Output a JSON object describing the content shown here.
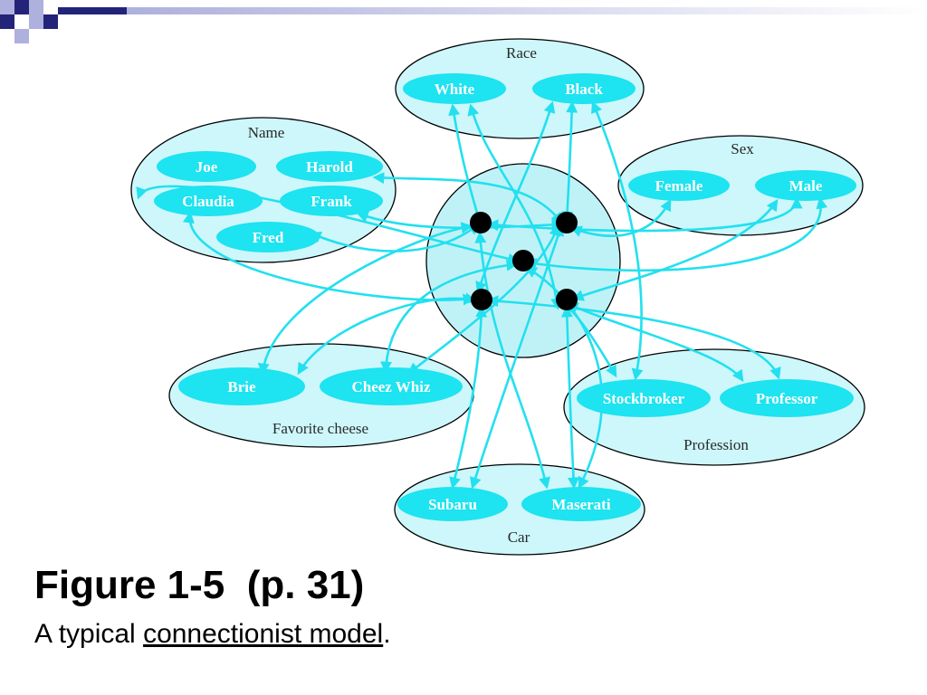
{
  "slide": {
    "title": "Figure 1-5  (p. 31)",
    "subtitle_before": "A typical ",
    "subtitle_link": "connectionist model",
    "subtitle_after": "."
  },
  "diagram": {
    "colors": {
      "cluster_fill": "#cdf7fb",
      "unit_fill": "#1ee3f0",
      "connection": "#22e0ef",
      "hub_fill": "#bff2f7",
      "hidden_unit": "#000000",
      "deco_dark": "#23237a",
      "deco_light": "#aeb0dd"
    },
    "clusters": {
      "race": {
        "label": "Race",
        "units": [
          "White",
          "Black"
        ]
      },
      "name": {
        "label": "Name",
        "units": [
          "Joe",
          "Harold",
          "Claudia",
          "Frank",
          "Fred"
        ]
      },
      "sex": {
        "label": "Sex",
        "units": [
          "Female",
          "Male"
        ]
      },
      "cheese": {
        "label": "Favorite cheese",
        "units": [
          "Brie",
          "Cheez Whiz"
        ]
      },
      "profession": {
        "label": "Profession",
        "units": [
          "Stockbroker",
          "Professor"
        ]
      },
      "car": {
        "label": "Car",
        "units": [
          "Subaru",
          "Maserati"
        ]
      }
    },
    "hidden_units": 5
  }
}
